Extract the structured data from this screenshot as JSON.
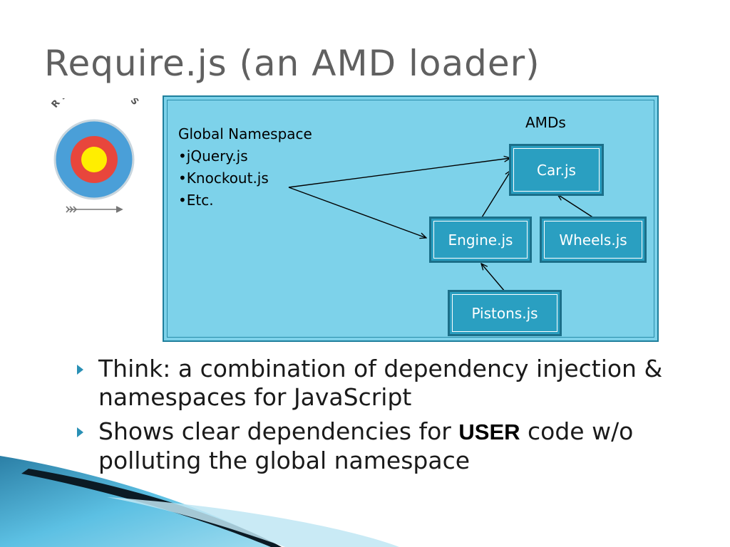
{
  "slide": {
    "title": "Require.js (an AMD loader)"
  },
  "logo": {
    "wordmark": "REQUIRE·JS",
    "ring_color": "#4a9fd8",
    "middle_color": "#e8463c",
    "center_color": "#ffee00"
  },
  "diagram": {
    "panel_color": "#7dd2ea",
    "namespace": {
      "title": "Global Namespace",
      "items": [
        "•jQuery.js",
        "•Knockout.js",
        "•Etc."
      ]
    },
    "amds_label": "AMDs",
    "modules": {
      "car": "Car.js",
      "engine": "Engine.js",
      "wheels": "Wheels.js",
      "pistons": "Pistons.js"
    },
    "module_color": "#2a9fc1"
  },
  "bullets": [
    {
      "text": "Think: a combination of dependency injection & namespaces for JavaScript"
    },
    {
      "before": "Shows clear dependencies for ",
      "emphasis": "USER",
      "after": " code w/o polluting the global namespace"
    }
  ]
}
